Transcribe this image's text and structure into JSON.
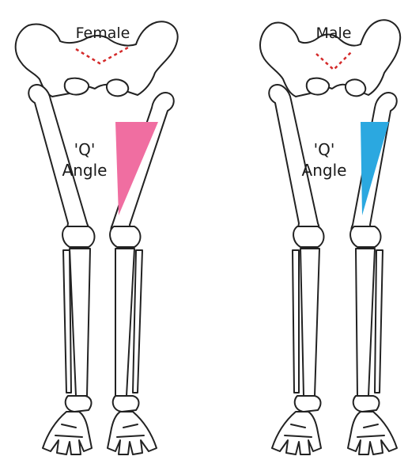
{
  "figures": [
    {
      "key": "female",
      "title": "Female",
      "q_label_line1": "'Q'",
      "q_label_line2": "Angle",
      "triangle_color": "#f06ea1"
    },
    {
      "key": "male",
      "title": "Male",
      "q_label_line1": "'Q'",
      "q_label_line2": "Angle",
      "triangle_color": "#2ba8e0"
    }
  ],
  "colors": {
    "outline": "#222222",
    "pelvic_arch": "#d42a2a",
    "background": "#ffffff"
  }
}
